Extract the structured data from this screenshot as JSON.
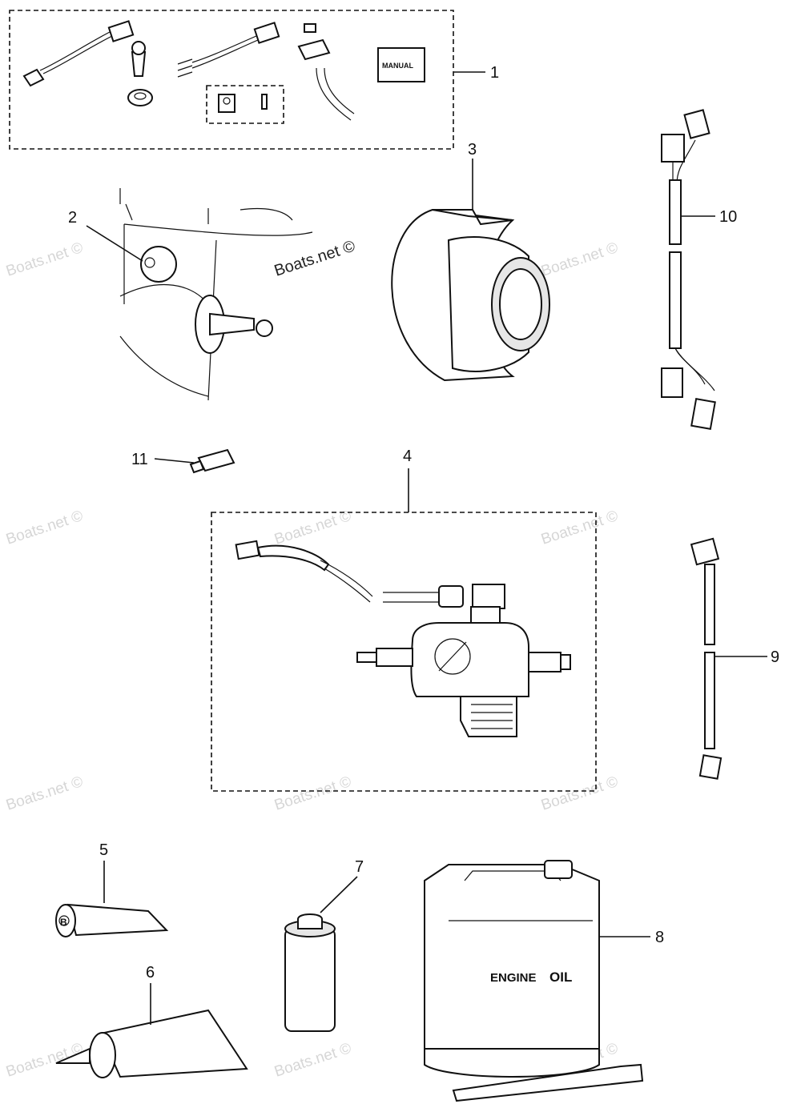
{
  "callouts": {
    "c1": "1",
    "c2": "2",
    "c3": "3",
    "c4": "4",
    "c5": "5",
    "c6": "6",
    "c7": "7",
    "c8": "8",
    "c9": "9",
    "c10": "10",
    "c11": "11"
  },
  "labels": {
    "manual": "MANUAL",
    "engine_oil_a": "ENGINE",
    "engine_oil_b": "OIL",
    "tube_letter": "B"
  },
  "watermark": {
    "text": "Boats.net ©"
  }
}
